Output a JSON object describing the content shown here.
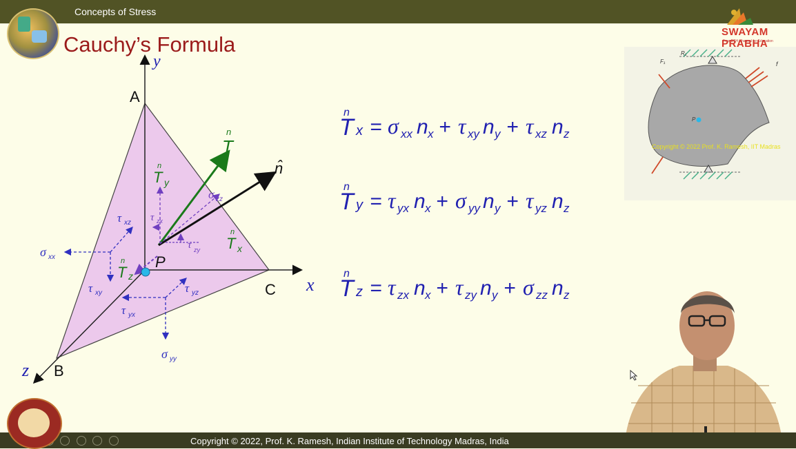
{
  "header": {
    "course_title": "Concepts of Stress",
    "slide_title": "Cauchy’s Formula"
  },
  "brand": {
    "name": "SWAYAM PRABHA",
    "tagline": "Free DTH Channel for Education"
  },
  "diagram": {
    "axis_y": "y",
    "axis_x": "x",
    "axis_z": "z",
    "vertex_a": "A",
    "vertex_b": "B",
    "vertex_c": "C",
    "point_p": "P",
    "n_hat": "n̂",
    "traction_T": "T",
    "traction_Tx": "T",
    "traction_Tx_sub": "x",
    "traction_Ty": "T",
    "traction_Ty_sub": "y",
    "traction_Tz": "T",
    "traction_Tz_sub": "z",
    "n_super": "n",
    "sigma_xx": "σ",
    "sigma_xx_sub": "xx",
    "sigma_yy": "σ",
    "sigma_yy_sub": "yy",
    "sigma_zz": "σ",
    "sigma_zz_sub": "zz",
    "tau_xz": "τ",
    "tau_xz_sub": "xz",
    "tau_xy": "τ",
    "tau_xy_sub": "xy",
    "tau_yx": "τ",
    "tau_yx_sub": "yx",
    "tau_yz": "τ",
    "tau_yz_sub": "yz",
    "tau_zx": "τ",
    "tau_zx_sub": "zx",
    "tau_zy": "τ",
    "tau_zy_sub": "zy"
  },
  "equations": [
    {
      "lhs_sub": "x",
      "t1": "σ",
      "t1s": "xx",
      "n1": "x",
      "t2": "τ",
      "t2s": "xy",
      "n2": "y",
      "t3": "τ",
      "t3s": "xz",
      "n3": "z"
    },
    {
      "lhs_sub": "y",
      "t1": "τ",
      "t1s": "yx",
      "n1": "x",
      "t2": "σ",
      "t2s": "yy",
      "n2": "y",
      "t3": "τ",
      "t3s": "yz",
      "n3": "z"
    },
    {
      "lhs_sub": "z",
      "t1": "τ",
      "t1s": "zx",
      "n1": "x",
      "t2": "τ",
      "t2s": "zy",
      "n2": "y",
      "t3": "σ",
      "t3s": "zz",
      "n3": "z"
    }
  ],
  "inset": {
    "label_f1": "F₁",
    "label_r1": "R₁",
    "label_f": "f",
    "label_p": "P",
    "watermark": "Copyright © 2022 Prof. K. Ramesh, IIT Madras"
  },
  "footer": {
    "copyright": "Copyright © 2022, Prof. K. Ramesh, Indian Institute of Technology Madras, India"
  },
  "colors": {
    "header_bar": "#515325",
    "title_red": "#9b1b1b",
    "equation_blue": "#2020b0",
    "traction_green": "#1a7a1a",
    "stress_blue": "#3030c0",
    "face_fill": "#ecc9ec",
    "background": "#fdfde8"
  }
}
